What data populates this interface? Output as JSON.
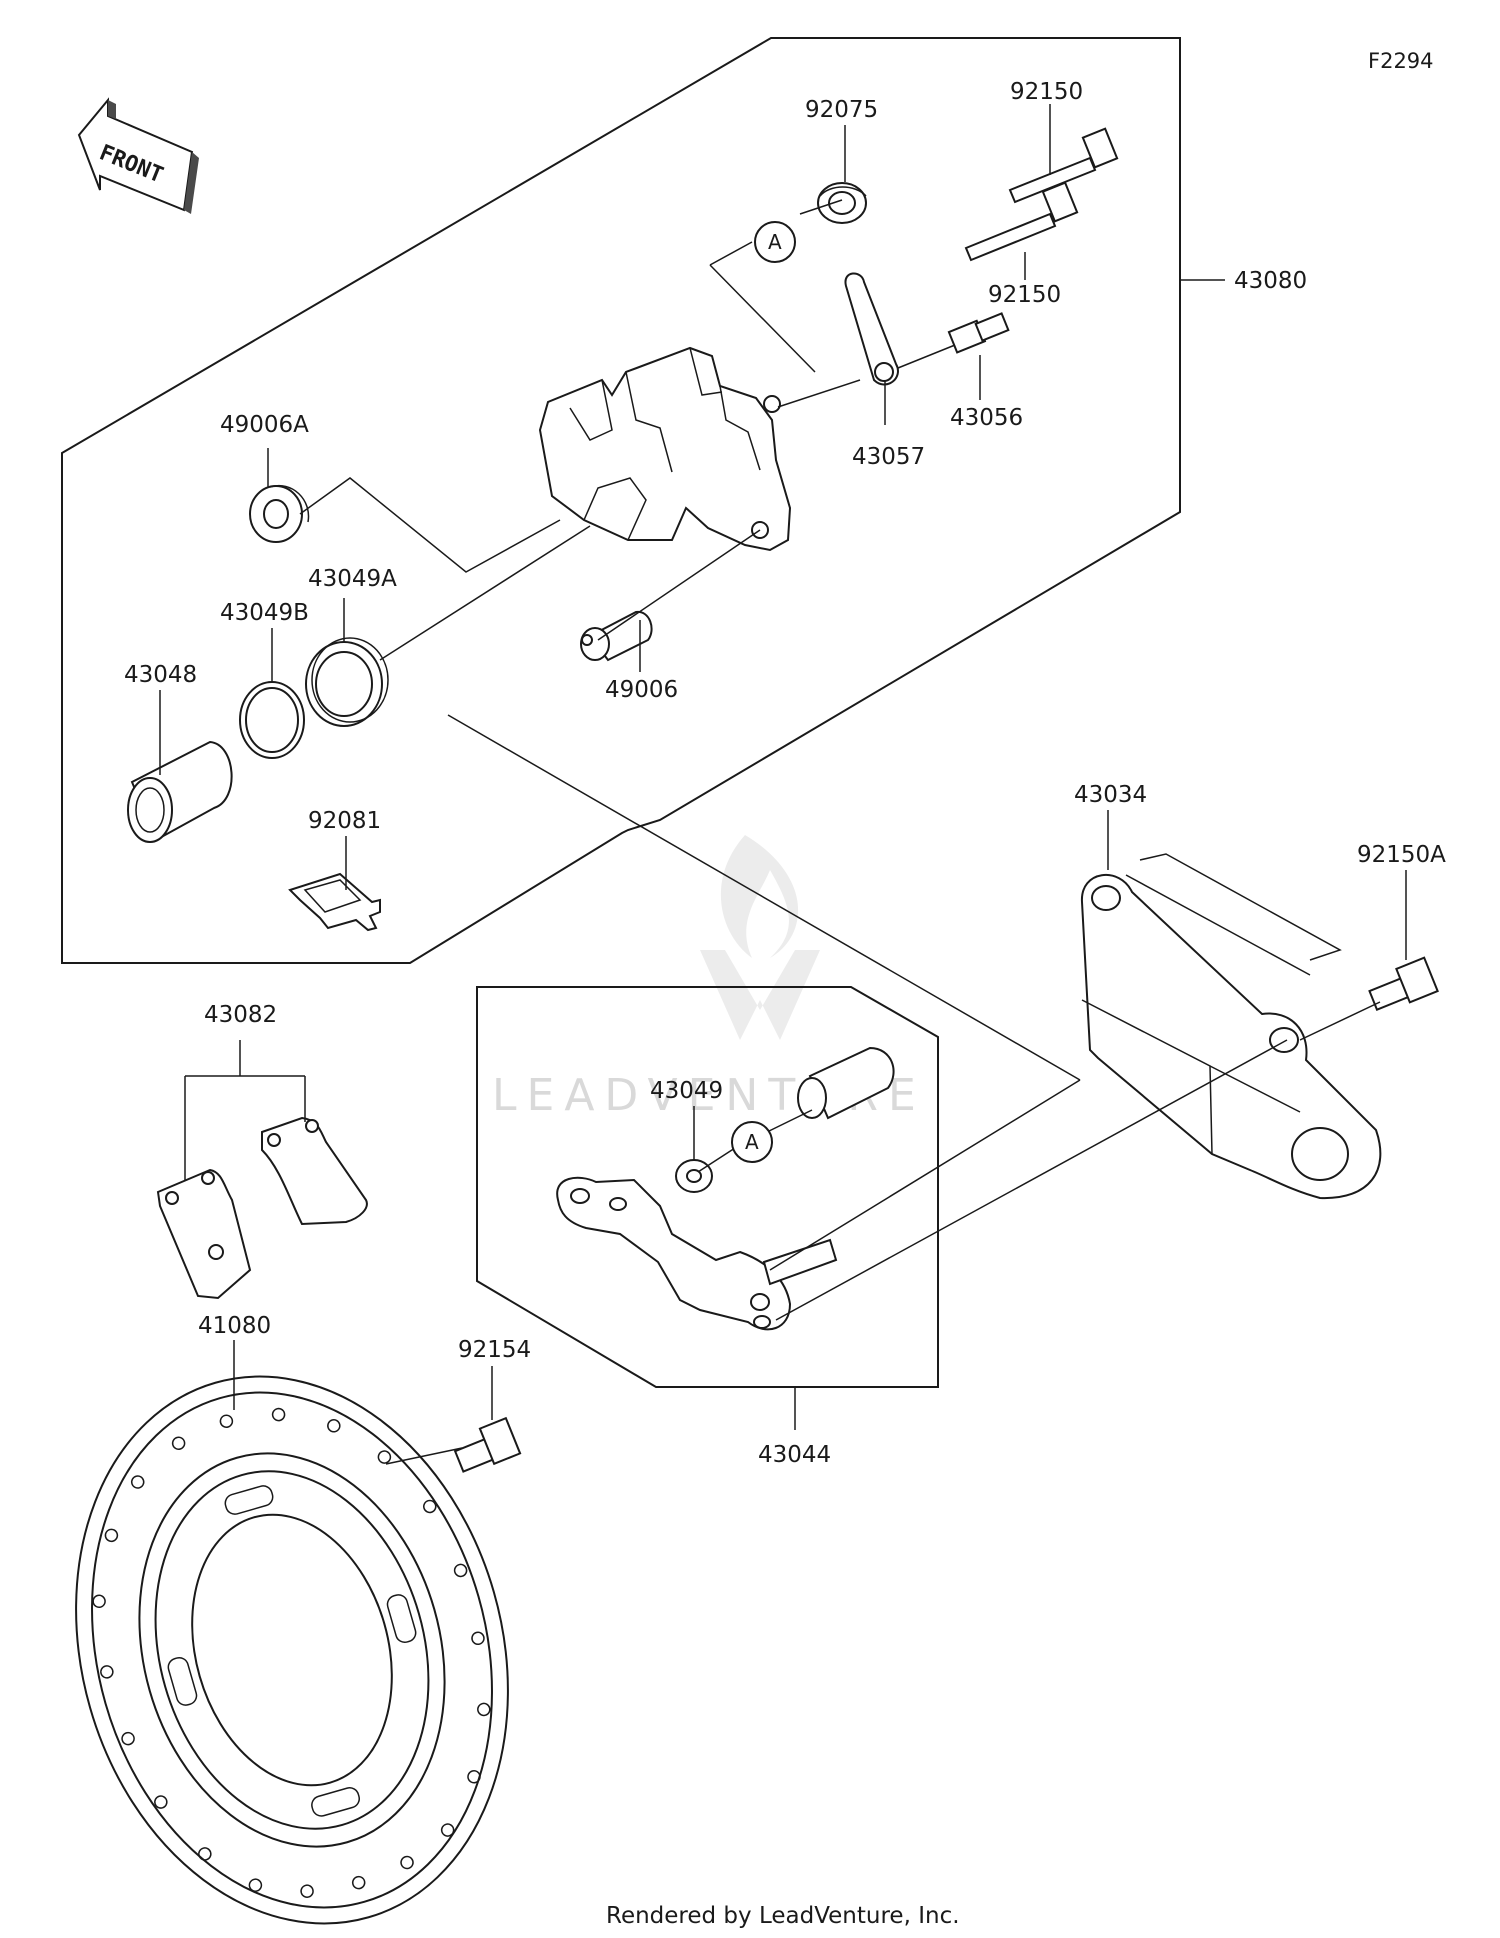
{
  "figure_id": "F2294",
  "front_marker": "FRONT",
  "ref_marks": [
    "A",
    "A"
  ],
  "watermark": "LEADVENTURE",
  "footer": "Rendered by LeadVenture, Inc.",
  "callouts": {
    "p92075": "92075",
    "p92150_top": "92150",
    "p92150_bottom": "92150",
    "p43080": "43080",
    "p43056": "43056",
    "p43057": "43057",
    "p49006A": "49006A",
    "p43049A": "43049A",
    "p43049B": "43049B",
    "p43048": "43048",
    "p49006": "49006",
    "p92081": "92081",
    "p43034": "43034",
    "p92150A": "92150A",
    "p43082": "43082",
    "p43049": "43049",
    "p41080": "41080",
    "p92154": "92154",
    "p43044": "43044"
  }
}
